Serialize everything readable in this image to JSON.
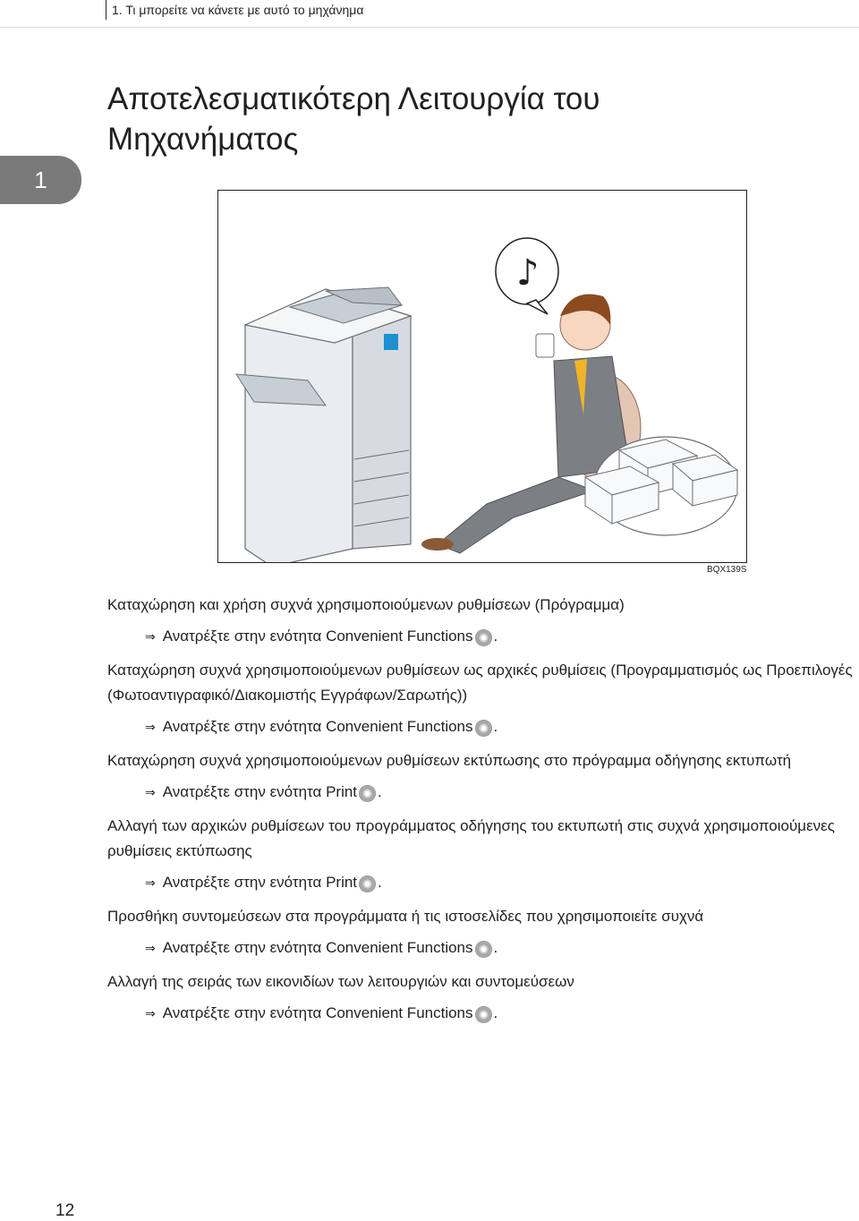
{
  "header": {
    "running_title": "1. Τι μπορείτε να κάνετε με αυτό το μηχάνημα"
  },
  "chapter_tab": "1",
  "page_title": "Αποτελεσματικότερη Λειτουργία του Μηχανήματος",
  "figure": {
    "code": "BQX139S"
  },
  "sections": [
    {
      "heading": "Καταχώρηση και χρήση συχνά χρησιμοποιούμενων ρυθμίσεων (Πρόγραμμα)",
      "ref_prefix": "Ανατρέξτε στην ενότητα",
      "ref_target": "Convenient Functions"
    },
    {
      "heading": "Καταχώρηση συχνά χρησιμοποιούμενων ρυθμίσεων ως αρχικές ρυθμίσεις (Προγραμματισμός ως Προεπιλογές (Φωτοαντιγραφικό/Διακομιστής Εγγράφων/Σαρωτής))",
      "ref_prefix": "Ανατρέξτε στην ενότητα",
      "ref_target": "Convenient Functions"
    },
    {
      "heading": "Καταχώρηση συχνά χρησιμοποιούμενων ρυθμίσεων εκτύπωσης στο πρόγραμμα οδήγησης εκτυπωτή",
      "ref_prefix": "Ανατρέξτε στην ενότητα",
      "ref_target": "Print"
    },
    {
      "heading": "Αλλαγή των αρχικών ρυθμίσεων του προγράμματος οδήγησης του εκτυπωτή στις συχνά χρησιμοποιούμενες ρυθμίσεις εκτύπωσης",
      "ref_prefix": "Ανατρέξτε στην ενότητα",
      "ref_target": "Print"
    },
    {
      "heading": "Προσθήκη συντομεύσεων στα προγράμματα ή τις ιστοσελίδες που χρησιμοποιείτε συχνά",
      "ref_prefix": "Ανατρέξτε στην ενότητα",
      "ref_target": "Convenient Functions"
    },
    {
      "heading": "Αλλαγή της σειράς των εικονιδίων των λειτουργιών και συντομεύσεων",
      "ref_prefix": "Ανατρέξτε στην ενότητα",
      "ref_target": "Convenient Functions"
    }
  ],
  "page_number": "12"
}
